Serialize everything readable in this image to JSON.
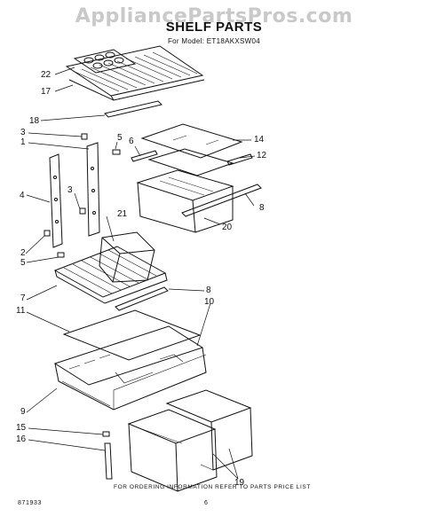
{
  "header": {
    "watermark": "AppliancePartsPros.com",
    "title": "SHELF PARTS",
    "model": "For Model: ET18AKXSW04"
  },
  "callouts": [
    "22",
    "17",
    "18",
    "3",
    "1",
    "5",
    "6",
    "14",
    "12",
    "8",
    "4",
    "3",
    "21",
    "20",
    "2",
    "5",
    "7",
    "8",
    "11",
    "10",
    "9",
    "15",
    "16",
    "19"
  ],
  "footer": {
    "note": "FOR ORDERING INFORMATION REFER TO PARTS PRICE LIST",
    "code": "871933",
    "page": "6"
  }
}
